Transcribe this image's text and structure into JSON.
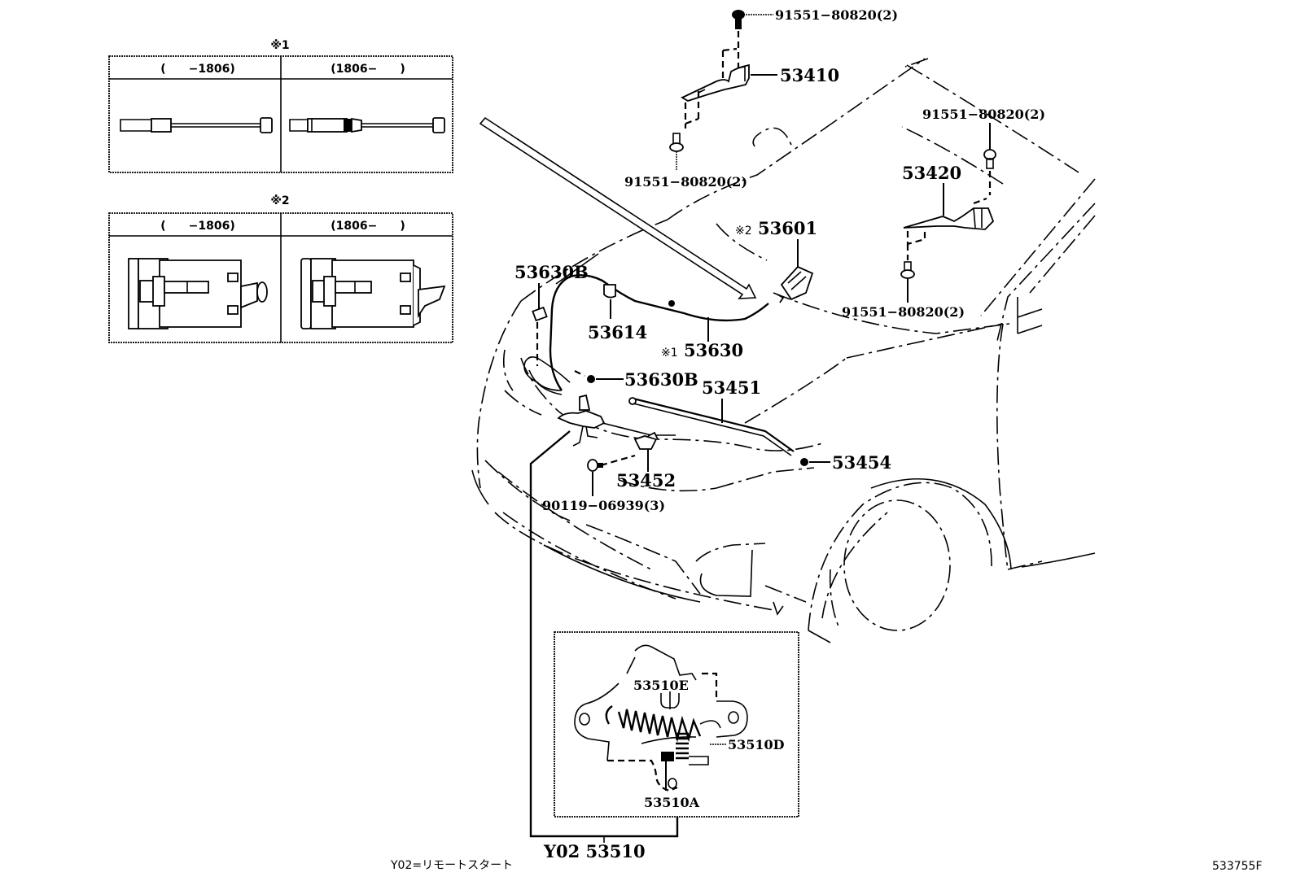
{
  "diagram": {
    "type": "exploded-parts-diagram",
    "subject": "Hood lock & hinge assembly",
    "figure_code": "533755F",
    "footnote": "Y02=リモートスタート"
  },
  "inset_tables": [
    {
      "marker": "※1",
      "columns": [
        "(　　−1806)",
        "(1806−　　)"
      ],
      "depicts": "hood lock control cable end variants"
    },
    {
      "marker": "※2",
      "columns": [
        "(　　−1806)",
        "(1806−　　)"
      ],
      "depicts": "hood lock release lever variants"
    }
  ],
  "callouts": {
    "bolt_top": "91551−80820(2)",
    "hinge_lh": "53410",
    "bolt_lh_lower": "91551−80820(2)",
    "bolt_rh_upper": "91551−80820(2)",
    "hinge_rh": "53420",
    "bolt_rh_lower": "91551−80820(2)",
    "release_lever_marker": "※2",
    "release_lever": "53601",
    "clamp_upper": "53630B",
    "clip": "53614",
    "cable_marker": "※1",
    "cable": "53630",
    "clamp_lower": "53630B",
    "support_rod": "53451",
    "rod_holder": "53452",
    "grommet": "53454",
    "bolt_lock": "90119−06939(3)",
    "lock_sub_e": "53510E",
    "lock_sub_d": "53510D",
    "lock_sub_a": "53510A",
    "lock_assy": "Y02 53510"
  }
}
